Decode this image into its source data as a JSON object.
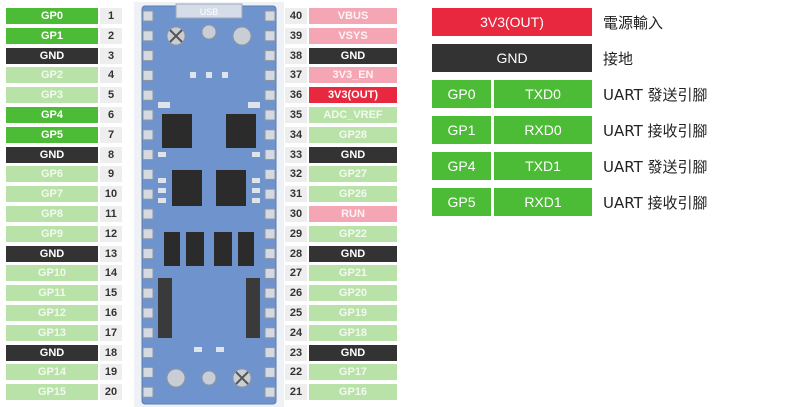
{
  "board": {
    "usb_label": "USB",
    "left_pins": [
      {
        "num": "1",
        "label": "GP0",
        "kind": "gp"
      },
      {
        "num": "2",
        "label": "GP1",
        "kind": "gp"
      },
      {
        "num": "3",
        "label": "GND",
        "kind": "gnd"
      },
      {
        "num": "4",
        "label": "GP2",
        "kind": "gpl"
      },
      {
        "num": "5",
        "label": "GP3",
        "kind": "gpl"
      },
      {
        "num": "6",
        "label": "GP4",
        "kind": "gp"
      },
      {
        "num": "7",
        "label": "GP5",
        "kind": "gp"
      },
      {
        "num": "8",
        "label": "GND",
        "kind": "gnd"
      },
      {
        "num": "9",
        "label": "GP6",
        "kind": "gpl"
      },
      {
        "num": "10",
        "label": "GP7",
        "kind": "gpl"
      },
      {
        "num": "11",
        "label": "GP8",
        "kind": "gpl"
      },
      {
        "num": "12",
        "label": "GP9",
        "kind": "gpl"
      },
      {
        "num": "13",
        "label": "GND",
        "kind": "gnd"
      },
      {
        "num": "14",
        "label": "GP10",
        "kind": "gpl"
      },
      {
        "num": "15",
        "label": "GP11",
        "kind": "gpl"
      },
      {
        "num": "16",
        "label": "GP12",
        "kind": "gpl"
      },
      {
        "num": "17",
        "label": "GP13",
        "kind": "gpl"
      },
      {
        "num": "18",
        "label": "GND",
        "kind": "gnd"
      },
      {
        "num": "19",
        "label": "GP14",
        "kind": "gpl"
      },
      {
        "num": "20",
        "label": "GP15",
        "kind": "gpl"
      }
    ],
    "right_pins": [
      {
        "num": "40",
        "label": "VBUS",
        "kind": "pwr"
      },
      {
        "num": "39",
        "label": "VSYS",
        "kind": "pwr"
      },
      {
        "num": "38",
        "label": "GND",
        "kind": "gnd"
      },
      {
        "num": "37",
        "label": "3V3_EN",
        "kind": "pwr"
      },
      {
        "num": "36",
        "label": "3V3(OUT)",
        "kind": "out"
      },
      {
        "num": "35",
        "label": "ADC_VREF",
        "kind": "gpl"
      },
      {
        "num": "34",
        "label": "GP28",
        "kind": "gpl"
      },
      {
        "num": "33",
        "label": "GND",
        "kind": "gnd"
      },
      {
        "num": "32",
        "label": "GP27",
        "kind": "gpl"
      },
      {
        "num": "31",
        "label": "GP26",
        "kind": "gpl"
      },
      {
        "num": "30",
        "label": "RUN",
        "kind": "pwr"
      },
      {
        "num": "29",
        "label": "GP22",
        "kind": "gpl"
      },
      {
        "num": "28",
        "label": "GND",
        "kind": "gnd"
      },
      {
        "num": "27",
        "label": "GP21",
        "kind": "gpl"
      },
      {
        "num": "26",
        "label": "GP20",
        "kind": "gpl"
      },
      {
        "num": "25",
        "label": "GP19",
        "kind": "gpl"
      },
      {
        "num": "24",
        "label": "GP18",
        "kind": "gpl"
      },
      {
        "num": "23",
        "label": "GND",
        "kind": "gnd"
      },
      {
        "num": "22",
        "label": "GP17",
        "kind": "gpl"
      },
      {
        "num": "21",
        "label": "GP16",
        "kind": "gpl"
      }
    ]
  },
  "legend": [
    {
      "cells": [
        "3V3(OUT)"
      ],
      "kinds": [
        "out"
      ],
      "desc": "電源輸入"
    },
    {
      "cells": [
        "GND"
      ],
      "kinds": [
        "gnd"
      ],
      "desc": "接地"
    },
    {
      "cells": [
        "GP0",
        "TXD0"
      ],
      "kinds": [
        "gp",
        "gp"
      ],
      "desc": "UART 發送引腳"
    },
    {
      "cells": [
        "GP1",
        "RXD0"
      ],
      "kinds": [
        "gp",
        "gp"
      ],
      "desc": "UART 接收引腳"
    },
    {
      "cells": [
        "GP4",
        "TXD1"
      ],
      "kinds": [
        "gp",
        "gp"
      ],
      "desc": "UART 發送引腳"
    },
    {
      "cells": [
        "GP5",
        "RXD1"
      ],
      "kinds": [
        "gp",
        "gp"
      ],
      "desc": "UART 接收引腳"
    }
  ],
  "colors": {
    "gp": "#4cbb35",
    "gpl": "#b9e2a8",
    "gnd": "#333333",
    "pwr": "#f5a6b4",
    "out": "#e8283f",
    "board": "#6f93cc"
  }
}
